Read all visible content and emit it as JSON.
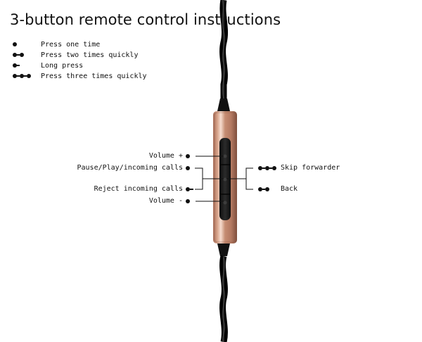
{
  "title": "3-button remote control instructions",
  "legend": [
    {
      "icon": "single-dot",
      "text": "Press one time"
    },
    {
      "icon": "double-dot",
      "text": "Press two times quickly"
    },
    {
      "icon": "dot-dash",
      "text": "Long press"
    },
    {
      "icon": "triple-dot",
      "text": "Press three times quickly"
    }
  ],
  "labels": {
    "volume_up": "Volume +",
    "pause_play": "Pause/Play/incoming calls",
    "reject": "Reject incoming calls",
    "volume_down": "Volume -",
    "skip_forward": "Skip forwarder",
    "back": "Back"
  },
  "colors": {
    "cable": "#1a1a1a",
    "body": "#c9937a",
    "body_highlight": "#f3d5c6",
    "buttons": "#222222"
  }
}
